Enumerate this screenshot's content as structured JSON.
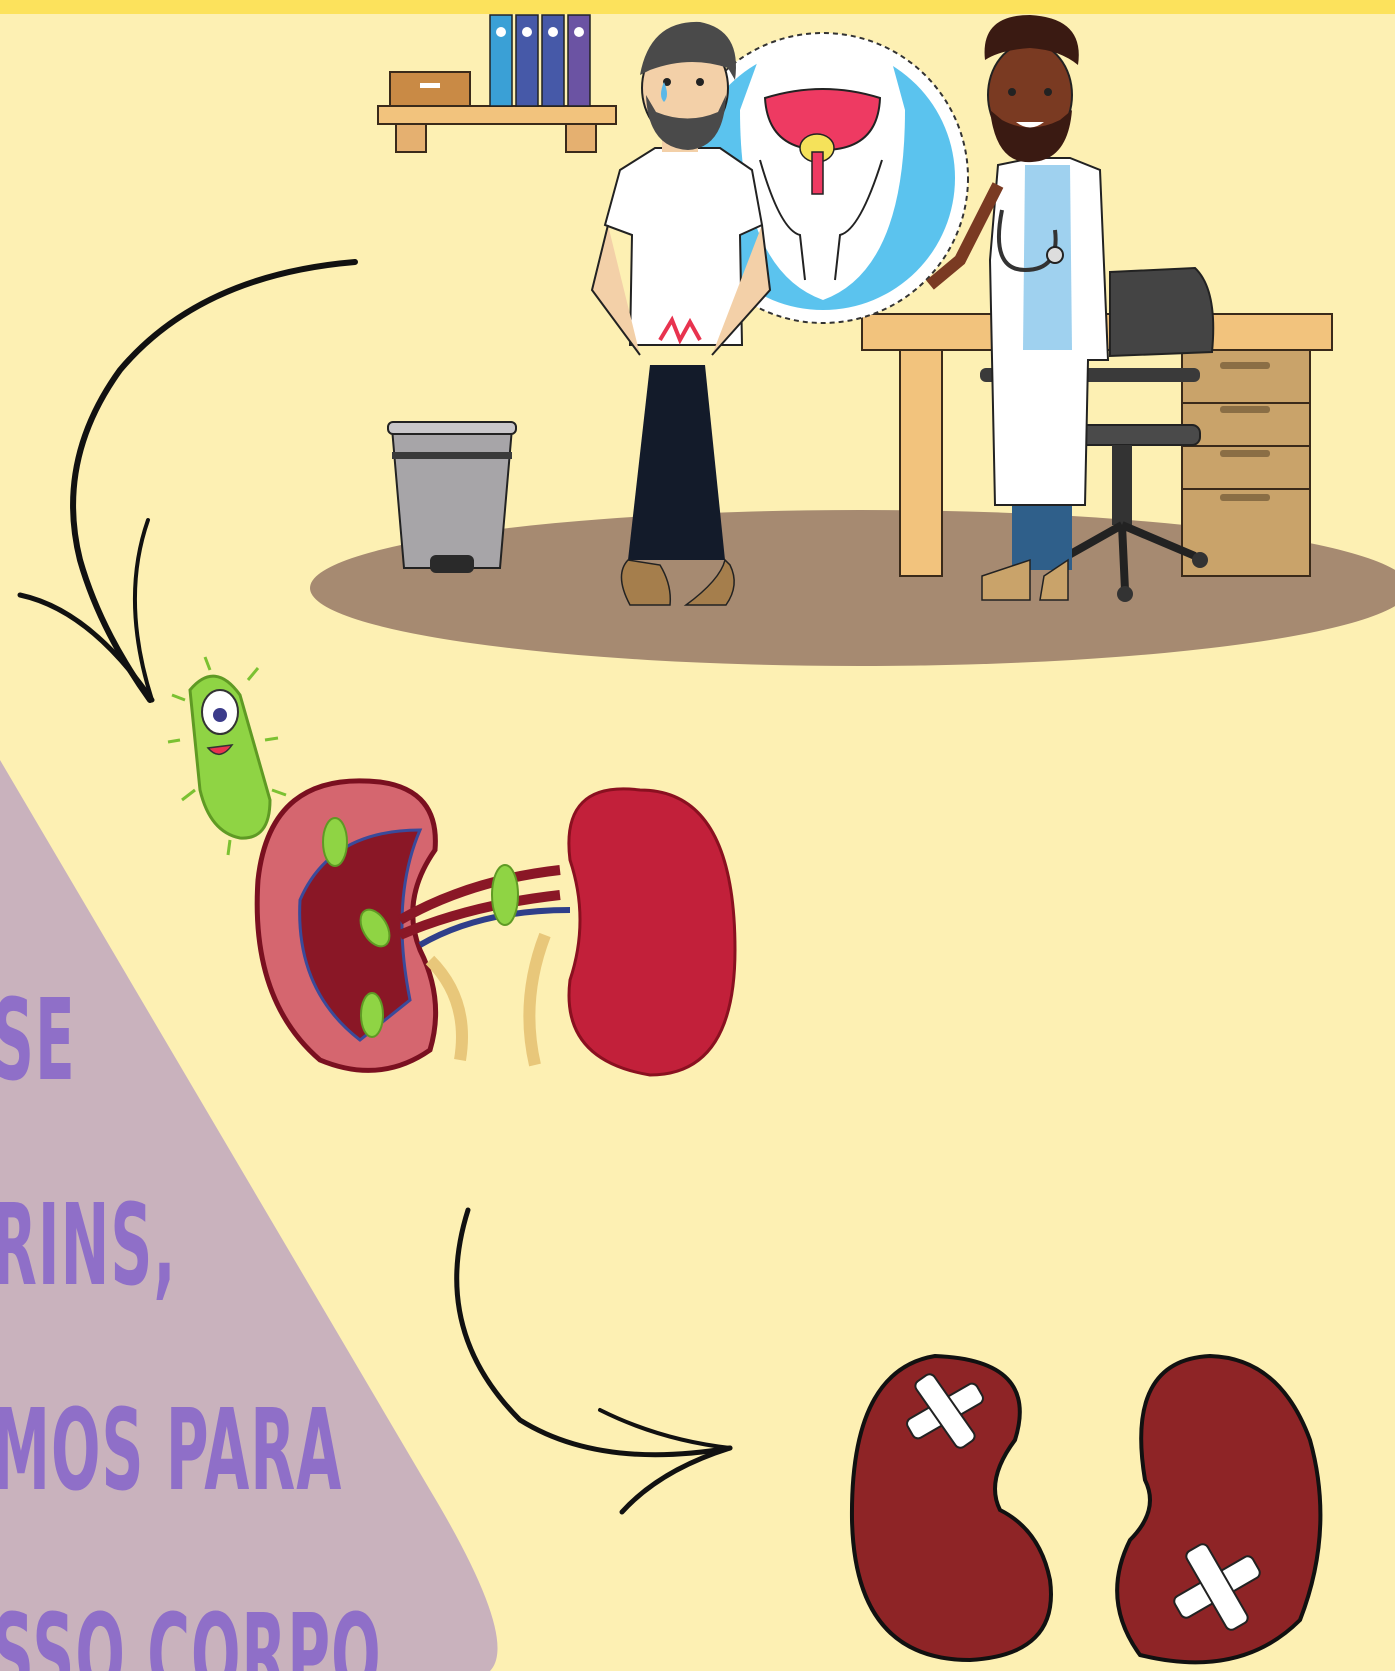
{
  "banner": {
    "lines": [
      "SE",
      "RINS,",
      "MOS PARA",
      "SSO CORPO"
    ]
  },
  "colors": {
    "background": "#fdf0b3",
    "top_bar": "#fce25c",
    "banner_fill": "#c9b2bd",
    "banner_text": "#8f6fc8",
    "kidney": "#a51f32",
    "healed_kidney": "#8e2426",
    "bacteria": "#8fd444",
    "floor": "#a68a71"
  },
  "icons": {
    "bookshelf": "bookshelf-icon",
    "trash_can": "trash-can-icon",
    "patient": "patient-icon",
    "doctor": "doctor-icon",
    "bladder_zoom": "bladder-icon",
    "desk": "desk-icon",
    "chair": "office-chair-icon",
    "bacterium": "bacterium-icon",
    "infected_kidneys": "infected-kidneys-icon",
    "healed_kidneys": "healed-kidneys-icon",
    "arrow_1": "curved-arrow-icon",
    "arrow_2": "curved-arrow-icon"
  }
}
